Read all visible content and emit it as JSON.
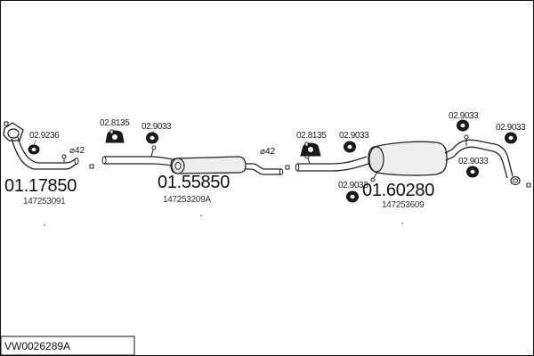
{
  "part_codes": {
    "front_pipe": "01.17850",
    "middle_silencer": "01.55850",
    "rear_silencer": "01.60280"
  },
  "oem_refs": {
    "front_pipe": "147253091",
    "middle_silencer": "147253209A",
    "rear_silencer": "147253609"
  },
  "accessory_labels": {
    "a1": "02.9236",
    "a2": "02.8135",
    "a3": "02.9033",
    "a4": "02.8135",
    "a5": "02.9033",
    "a6": "02.9033",
    "a7": "02.9033",
    "a8": "02.9033",
    "a9": "02.9033"
  },
  "diameters": {
    "d1": "⌀42",
    "d2": "⌀42"
  },
  "bottom_label": "VW0026289A"
}
